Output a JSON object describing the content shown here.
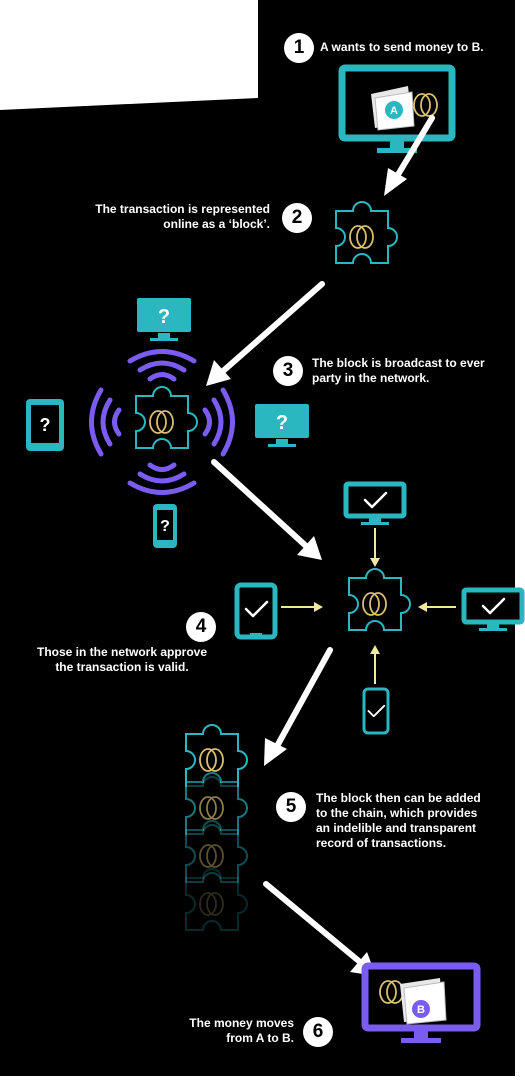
{
  "colors": {
    "background": "#000000",
    "teal": "#2ab7bf",
    "purple": "#7b5cf0",
    "gold": "#d8c070",
    "label": "#ffffff",
    "check_arrow": "#f2e7a0"
  },
  "steps": [
    {
      "number": "1",
      "lines": [
        "A wants to send money to B."
      ]
    },
    {
      "number": "2",
      "lines": [
        "The transaction is represented",
        "online as a ‘block’."
      ]
    },
    {
      "number": "3",
      "lines": [
        "The block is broadcast to ever",
        "party in the network."
      ]
    },
    {
      "number": "4",
      "lines": [
        "Those in the network approve",
        "the transaction is valid."
      ]
    },
    {
      "number": "5",
      "lines": [
        "The block then can be added",
        "to the chain, which provides",
        "an indelible and transparent",
        "record of transactions."
      ]
    },
    {
      "number": "6",
      "lines": [
        "The money moves",
        "from A to B."
      ]
    }
  ],
  "glyphs": {
    "question": "?",
    "sender": "A",
    "receiver": "B"
  }
}
